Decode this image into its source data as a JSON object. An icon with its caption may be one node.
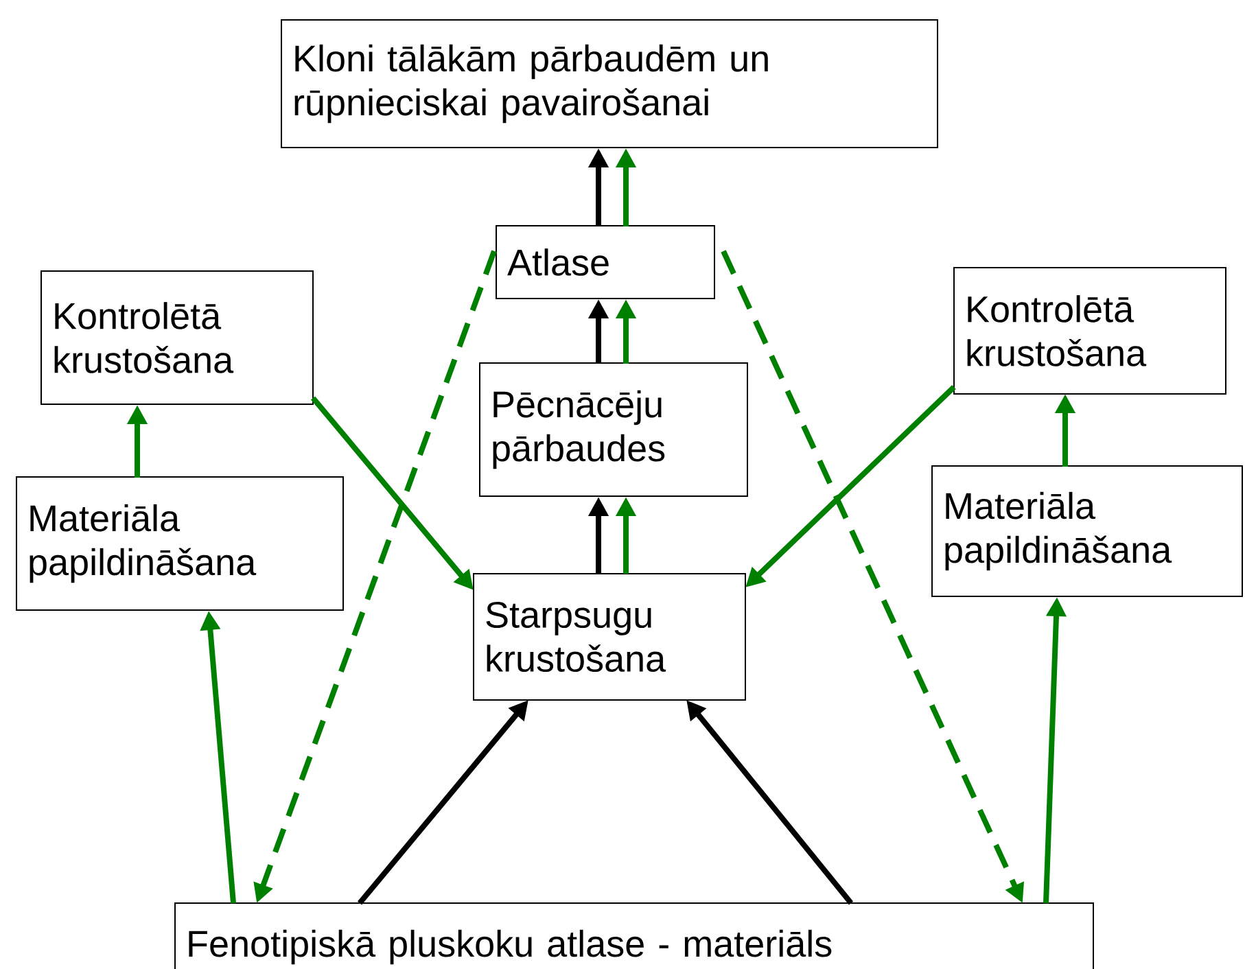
{
  "diagram": {
    "nodes": [
      {
        "text": [
          "Kloni tālākām pārbaudēm un rūpnieciskai pavairošanai"
        ]
      },
      {
        "text": [
          "Atlase"
        ]
      },
      {
        "text": [
          "Kontrolētā krustošana"
        ]
      },
      {
        "text": [
          "Kontrolētā krustošana"
        ]
      },
      {
        "text": [
          "Pēcnācēju pārbaudes"
        ]
      },
      {
        "text": [
          "Materiāla papildināšana"
        ]
      },
      {
        "text": [
          "Materiāla papildināšana"
        ]
      },
      {
        "text": [
          "Starpsugu krustošana"
        ]
      },
      {
        "text": [
          "Fenotipiskā pluskoku atlase - materiāls"
        ]
      }
    ],
    "edges": [
      {
        "from": 1,
        "to": 0,
        "arrow": "to",
        "color": "#000000"
      },
      {
        "from": 1,
        "to": 0,
        "arrow": "to"
      },
      {
        "from": 4,
        "to": 1,
        "arrow": "to",
        "color": "#000000"
      },
      {
        "from": 4,
        "to": 1,
        "arrow": "to"
      },
      {
        "from": 7,
        "to": 4,
        "arrow": "to",
        "color": "#000000"
      },
      {
        "from": 7,
        "to": 4,
        "arrow": "to"
      },
      {
        "from": 8,
        "to": 7,
        "arrow": "to",
        "color": "#000000"
      },
      {
        "from": 8,
        "to": 7,
        "arrow": "to",
        "color": "#000000"
      },
      {
        "from": 2,
        "to": 7,
        "arrow": "to"
      },
      {
        "from": 3,
        "to": 7,
        "arrow": "to"
      },
      {
        "from": 5,
        "to": 2,
        "arrow": "to"
      },
      {
        "from": 6,
        "to": 3,
        "arrow": "to"
      },
      {
        "from": 8,
        "to": 5,
        "arrow": "to"
      },
      {
        "from": 8,
        "to": 6,
        "arrow": "to"
      },
      {
        "from": 1,
        "to": 8,
        "arrow": "to",
        "style": "dashed"
      },
      {
        "from": 1,
        "to": 8,
        "arrow": "to",
        "style": "dashed"
      }
    ]
  }
}
